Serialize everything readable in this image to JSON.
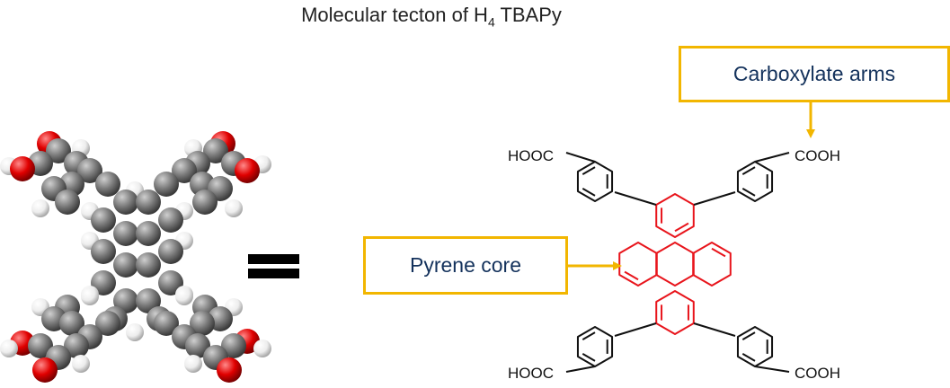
{
  "title": {
    "text": "Molecular tecton of H",
    "sub": "4",
    "suffix": " TBAPy"
  },
  "callouts": {
    "arms": "Carboxylate arms",
    "core": "Pyrene core"
  },
  "groups": {
    "top_left": "HOOC",
    "top_right": "COOH",
    "bottom_left": "HOOC",
    "bottom_right": "COOH"
  },
  "colors": {
    "core": "#e8141b",
    "callout_border": "#f2b600",
    "callout_text": "#14325c",
    "carbon": "#7a7a7a",
    "oxygen": "#e00000",
    "hydrogen": "#f2f2f2"
  },
  "icons": {
    "equals": "equals-sign",
    "model": "space-filling-molecule-model"
  }
}
